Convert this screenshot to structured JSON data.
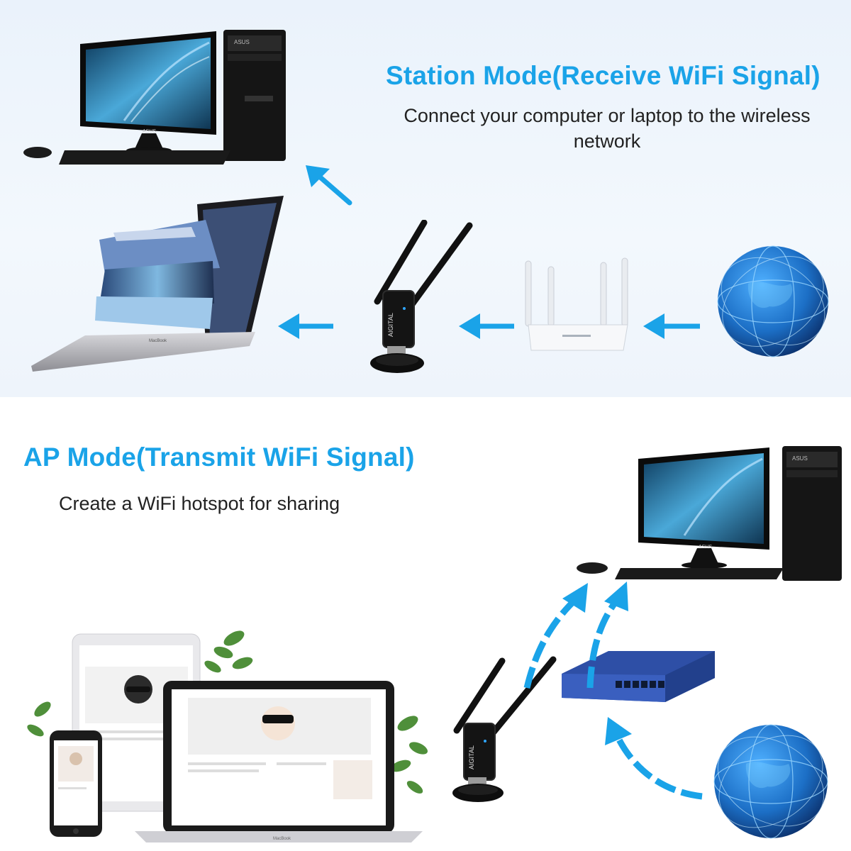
{
  "station_mode": {
    "title": "Station Mode(Receive WiFi Signal)",
    "subtitle": "Connect your computer or laptop to the wireless network"
  },
  "ap_mode": {
    "title": "AP Mode(Transmit WiFi Signal)",
    "subtitle": "Create a WiFi hotspot for sharing"
  },
  "device_labels": {
    "monitor_brand": "ASUS",
    "adapter_brand": "AIGITAL",
    "laptop_brand": "MacBook"
  },
  "colors": {
    "accent": "#1aa3e8",
    "text": "#222222",
    "station_background": "#eef4fb",
    "globe": "#1c6fc6",
    "switch": "#2e4fa6"
  },
  "icons": [
    "desktop-computer",
    "laptop",
    "usb-wifi-adapter",
    "router",
    "globe",
    "network-switch",
    "devices",
    "arrow"
  ]
}
